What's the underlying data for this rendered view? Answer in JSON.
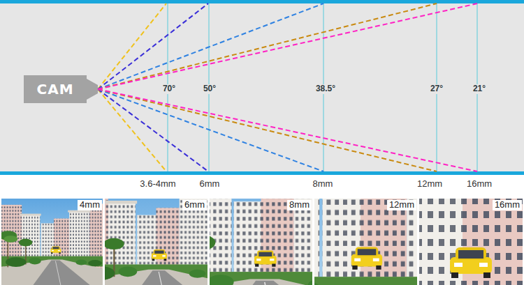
{
  "diagram": {
    "nodes": [
      {
        "text": [
          "CAM"
        ]
      }
    ],
    "labels": [
      "70°",
      "50°",
      "38.5°",
      "27°",
      "21°",
      "3.6-4mm",
      "6mm",
      "8mm",
      "12mm",
      "16mm",
      "4mm",
      "6mm",
      "8mm",
      "12mm",
      "16mm"
    ]
  }
}
